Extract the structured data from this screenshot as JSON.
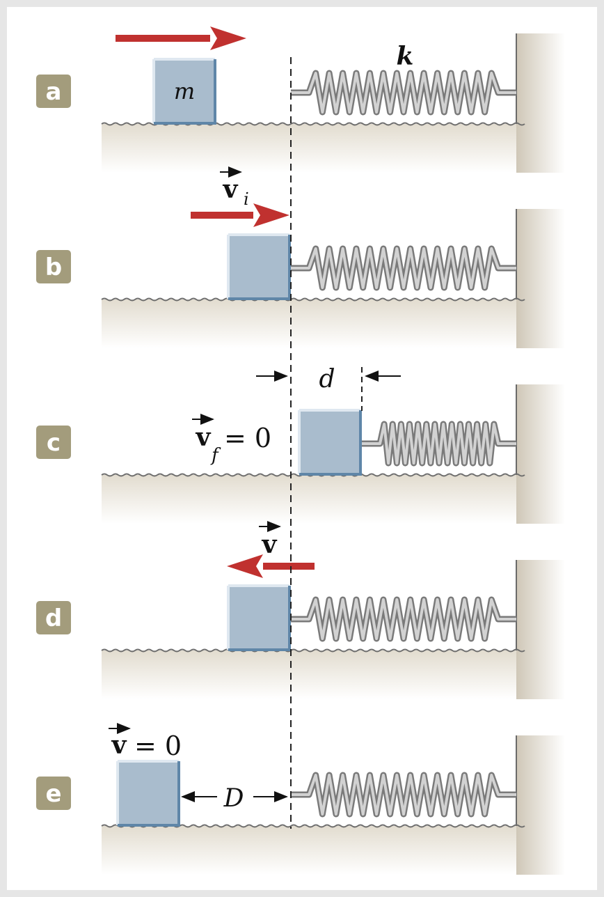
{
  "colors": {
    "frame": "#e6e6e6",
    "panel": "#ffffff",
    "badge": "#a39c7c",
    "block_fill": "#a9bccd",
    "block_edge": "#5f86a8",
    "arrow": "#c0312f",
    "ground": "#e9e4d9",
    "spring": "#a4a4a4"
  },
  "panels": [
    {
      "label": "a",
      "arrow": "right"
    },
    {
      "label": "b",
      "arrow": "right"
    },
    {
      "label": "c",
      "arrow": "none"
    },
    {
      "label": "d",
      "arrow": "left"
    },
    {
      "label": "e",
      "arrow": "none"
    }
  ],
  "labels": {
    "mass": "m",
    "spring_constant": "k",
    "v_initial_symbol": "v",
    "v_initial_subscript": "i",
    "v_final_symbol": "v",
    "v_final_subscript": "f",
    "v_final_value": "= 0",
    "compression": "d",
    "v_return_symbol": "v",
    "v_end_symbol": "v",
    "v_end_value": "= 0",
    "distance": "D"
  }
}
